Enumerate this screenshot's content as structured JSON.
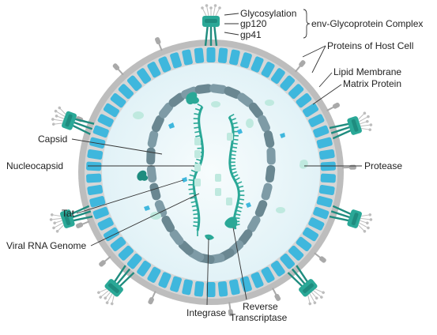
{
  "labels": {
    "glycosylation": "Glycosylation",
    "gp120": "gp120",
    "gp41": "gp41",
    "env_complex": "env-Glycoprotein Complex",
    "host_proteins": "Proteins of Host Cell",
    "lipid_membrane": "Lipid Membrane",
    "matrix_protein": "Matrix Protein",
    "capsid": "Capsid",
    "nucleocapsid": "Nucleocapsid",
    "protease": "Protease",
    "tat": "Tat",
    "viral_rna": "Viral RNA Genome",
    "integrase": "Integrase",
    "reverse": "Reverse",
    "transcriptase": "Transcriptase"
  },
  "colors": {
    "membrane_outer": "#b9b9b9",
    "membrane_inner": "#d3d3d3",
    "matrix_blue": "#3fb7dd",
    "interior": "#e9f6f9",
    "capsid_gray": "#7e9ba6",
    "capsid_dark": "#6a8791",
    "teal": "#2aa897",
    "teal_dark": "#1f8c7f",
    "mint": "#bfe9df",
    "spike_gray": "#a9a9a9",
    "leader": "#333333"
  }
}
